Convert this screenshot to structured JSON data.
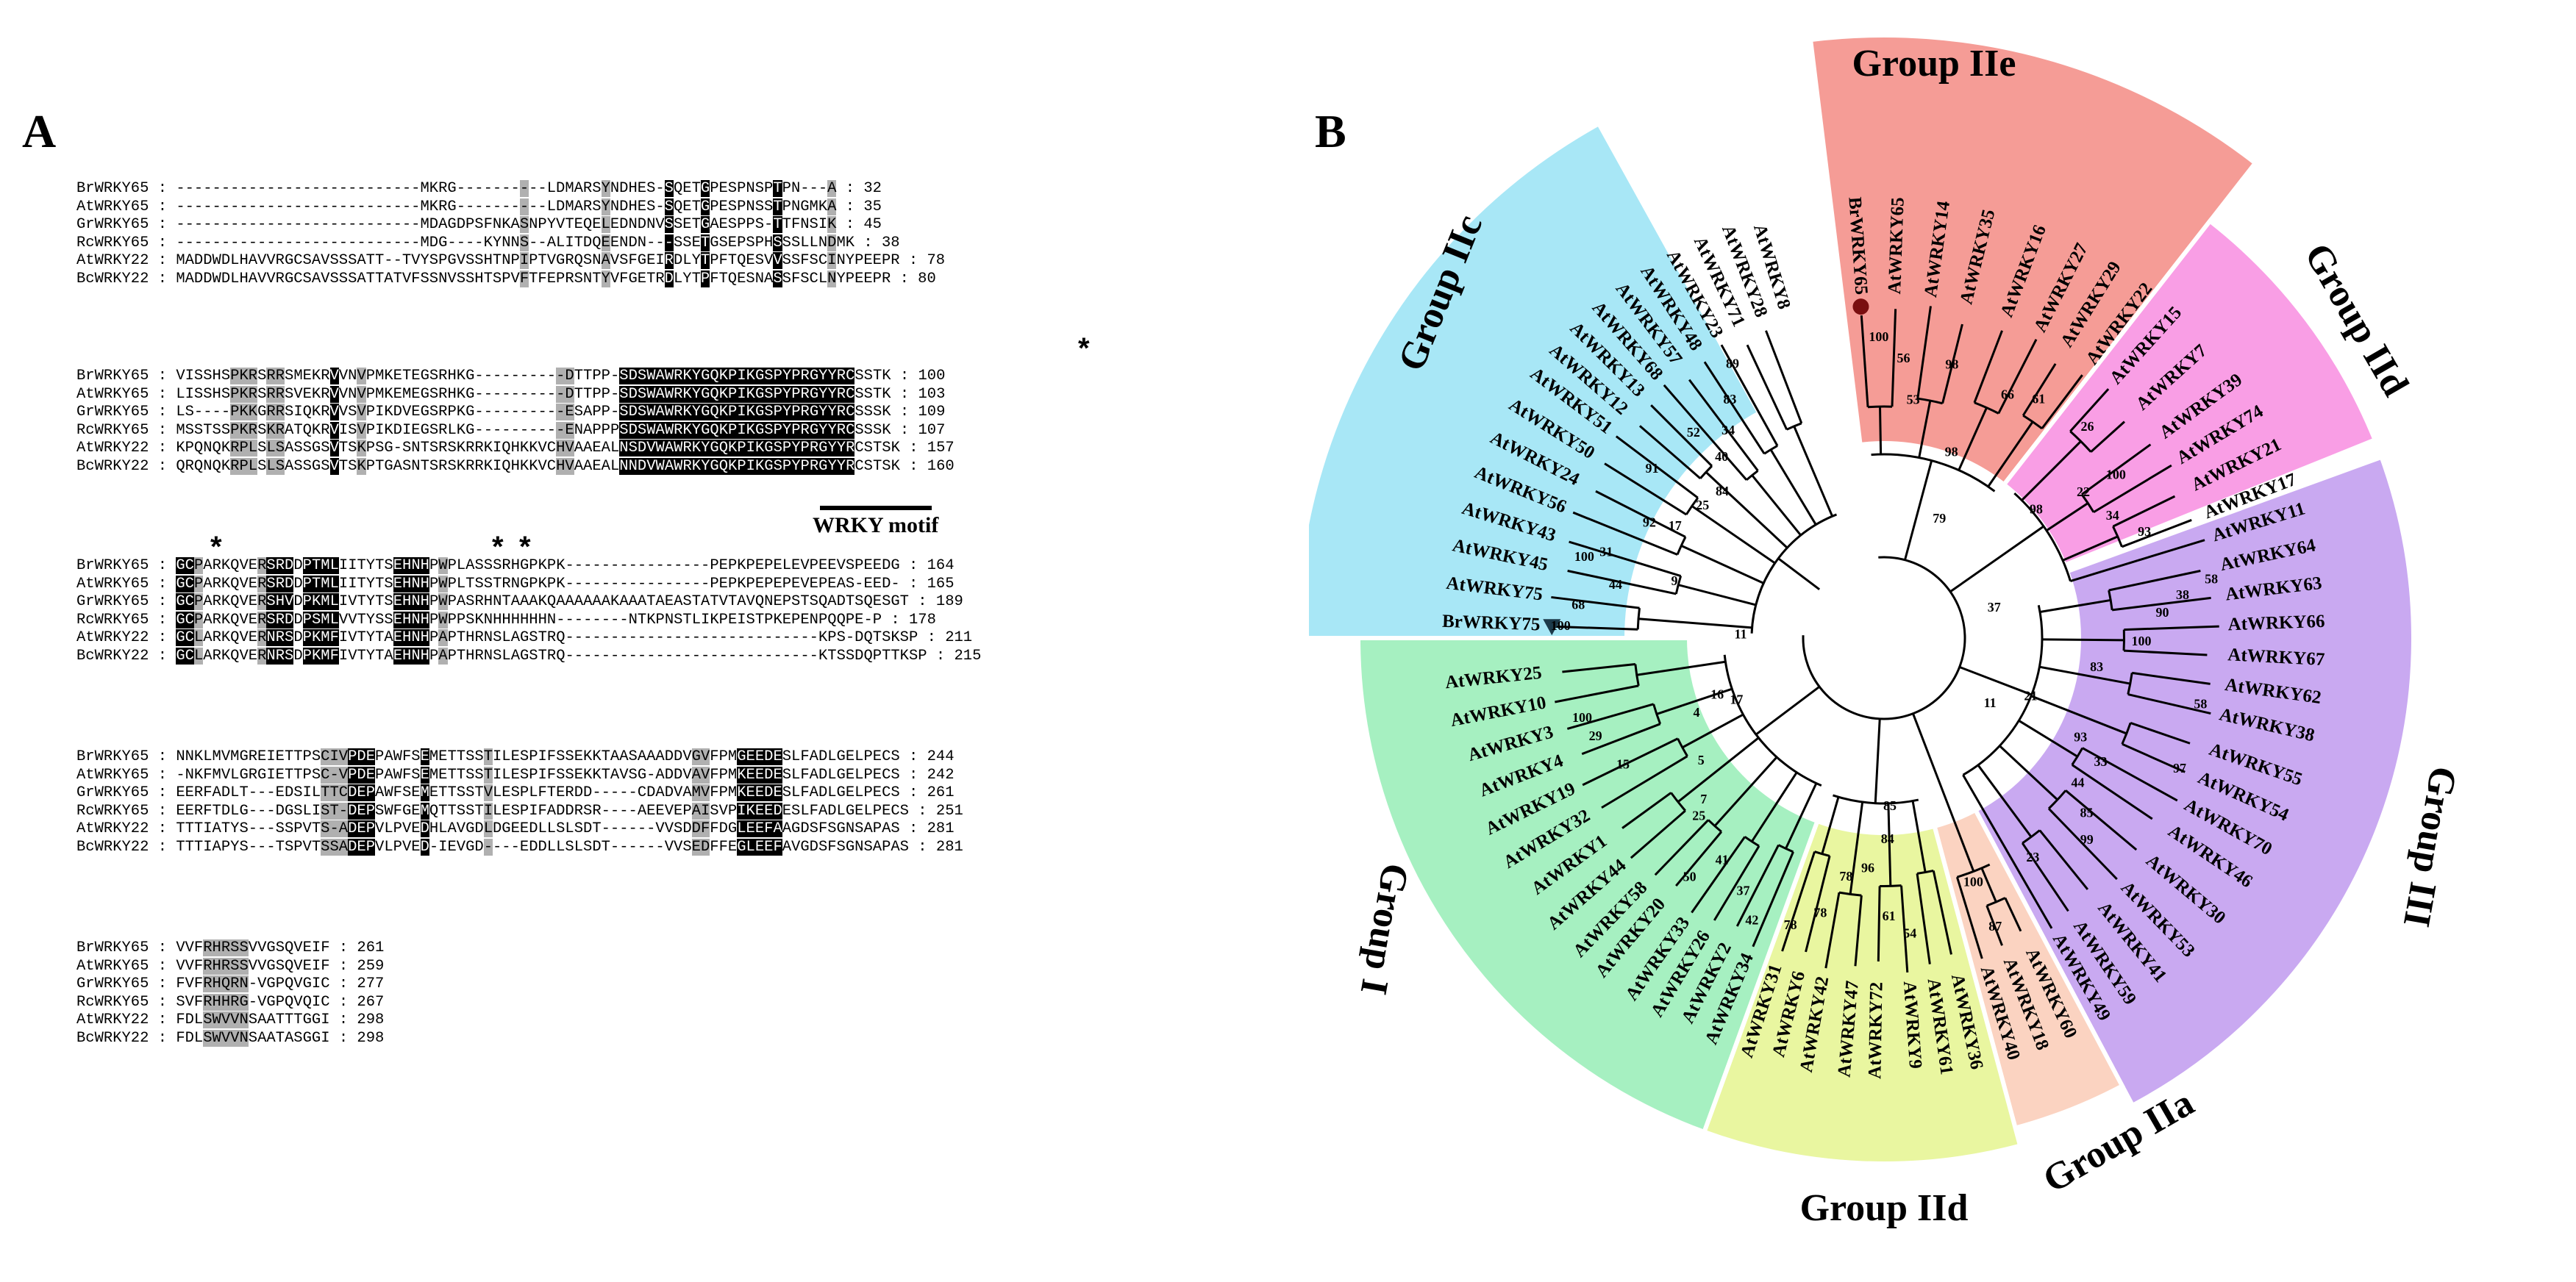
{
  "panel_a": {
    "letter": "A",
    "blocks": [
      [
        {
          "name": "BrWRKY65",
          "seq": "---------------------------MKRG----------LDMARSYNDHES-SQETGPESPNSPTPN---A",
          "num": "32"
        },
        {
          "name": "AtWRKY65",
          "seq": "---------------------------MKRG----------LDMARSYNDHES-SQETGPESPNSSTPNGMKA",
          "num": "35"
        },
        {
          "name": "GrWRKY65",
          "seq": "---------------------------MDAGDPSFNKASNPYVTEQELEDNDNVSSETGAESPPS-TTFNSIK",
          "num": "45"
        },
        {
          "name": "RcWRKY65",
          "seq": "---------------------------MDG----KYNNS--ALITDQEENDN---SSETGSEPSPHSSSLLNDMK",
          "num": "38"
        },
        {
          "name": "AtWRKY22",
          "seq": "MADDWDLHAVVRGCSAVSSSATT--TVYSPGVSSHTNPIPTVGRQSNAVSFGEIRDLYTPFTQESVVSSFSCINYPEEPR",
          "num": "78"
        },
        {
          "name": "BcWRKY22",
          "seq": "MADDWDLHAVVRGCSAVSSSATTATVFSSNVSSHTSPVFTFEPRSNTYVFGETRDLYTPFTQESNASSFSCLNYPEEPR",
          "num": "80"
        }
      ],
      [
        {
          "name": "BrWRKY65",
          "seq": "VISSHSPKRSRRSMEKRVVNVPMKETEGSRHKG----------DTTPP-SDSWAWRKYGQKPIKGSPYPRGYYRCSSTK",
          "num": "100"
        },
        {
          "name": "AtWRKY65",
          "seq": "LISSHSPKRSRRSVEKRVVNVPMKEMEGSRHKG----------DTTPP-SDSWAWRKYGQKPIKGSPYPRGYYRCSSTK",
          "num": "103"
        },
        {
          "name": "GrWRKY65",
          "seq": "LS----PKKGRRSIQKRVVSVPIKDVEGSRPKG----------ESAPP-SDSWAWRKYGQKPIKGSPYPRGYYRCSSSK",
          "num": "109"
        },
        {
          "name": "RcWRKY65",
          "seq": "MSSTSSPKRSKRATQKRVISVPIKDIEGSRLKG----------ENAPPPSDSWAWRKYGQKPIKGSPYPRGYYRCSSSK",
          "num": "107"
        },
        {
          "name": "AtWRKY22",
          "seq": "KPQNQKRPLSLSASSGSVTSKPSG-SNTSRSKRRKIQHKKVCHVAAEALNSDVWAWRKYGQKPIKGSPYPRGYYRCSTSK",
          "num": "157"
        },
        {
          "name": "BcWRKY22",
          "seq": "QRQNQKRPLSLSASSGSVTSKPTGASNTSRSKRRKIQHKKVCHVAAEALNNDVWAWRKYGQKPIKGSPYPRGYYRCSTSK",
          "num": "160"
        }
      ],
      [
        {
          "name": "BrWRKY65",
          "seq": "GCPARKQVERSRDDPTMLIITYTSEHNHPWPLASSSRHGPKPK----------------PEPKPEPELEVPEEVSPEEDG",
          "num": "164"
        },
        {
          "name": "AtWRKY65",
          "seq": "GCPARKQVERSRDDPTMLIITYTSEHNHPWPLTSSTRNGPKPK----------------PEPKPEPEPEVEPEAS-EED-",
          "num": "165"
        },
        {
          "name": "GrWRKY65",
          "seq": "GCPARKQVERSHVDPKMLIVTYTSEHNHPWPASRHNTAAAKQAAAAAAKAAATAEASTATVTAVQNEPSTSQADTSQESGT",
          "num": "189"
        },
        {
          "name": "RcWRKY65",
          "seq": "GCPARKQVERSRDDPSMLVVTYSSEHNHPWPPSKNHHHHHHN--------NTKPNSTLIKPEISTPKEPENPQQPE-P",
          "num": "178"
        },
        {
          "name": "AtWRKY22",
          "seq": "GCLARKQVERNRSDPKMFIVTYTAEHNHPAPTHRNSLAGSTRQ----------------------------KPS-DQTSKSP",
          "num": "211"
        },
        {
          "name": "BcWRKY22",
          "seq": "GCLARKQVERNRSDPKMFIVTYTAEHNHPAPTHRNSLAGSTRQ----------------------------KTSSDQPTTKSP",
          "num": "215"
        }
      ],
      [
        {
          "name": "BrWRKY65",
          "seq": "NNKLMVMGREIETTPSCIVPDEPAWFSEMETTSSTILESPIFSSEKKTAASAAADDVGVFPMGEEDESLFADLGELPECS",
          "num": "244"
        },
        {
          "name": "AtWRKY65",
          "seq": "-NKFMVLGRGIETTPSC-VPDEPAWFSEMETTSSTILESPIFSSEKKTAVSG-ADDVAVFPMKEEDESLFADLGELPECS",
          "num": "242"
        },
        {
          "name": "GrWRKY65",
          "seq": "EERFADLT---EDSILTTCDEPAWFSEMETTSSTVLESPLFTERDD-----CDADVAMVFPMKEEDESLFADLGELPECS",
          "num": "261"
        },
        {
          "name": "RcWRKY65",
          "seq": "EERFTDLG---DGSLIST-DEPSWFGEMQTTSSTILESPIFADDRSR----AEEVEPAISVPIKEEDESLFADLGELPECS",
          "num": "251"
        },
        {
          "name": "AtWRKY22",
          "seq": "TTTIATYS---SSPVTS-ADEPVLPVEDHLAVGDLDGEEDLLSLSDT------VVSDDFFDGLEEFAAGDSFSGNSAPAS",
          "num": "281"
        },
        {
          "name": "BcWRKY22",
          "seq": "TTTIAPYS---TSPVTSSADEPVLPVED-IEVGD----EDDLLSLSDT------VVSEDFFEGLEEFAVGDSFSGNSAPAS",
          "num": "281"
        }
      ],
      [
        {
          "name": "BrWRKY65",
          "seq": "VVFRHRSSVVGSQVEIF",
          "num": "261"
        },
        {
          "name": "AtWRKY65",
          "seq": "VVFRHRSSVVGSQVEIF",
          "num": "259"
        },
        {
          "name": "GrWRKY65",
          "seq": "FVFRHQRN-VGPQVGIC",
          "num": "277"
        },
        {
          "name": "RcWRKY65",
          "seq": "SVFRHHRG-VGPQVQIC",
          "num": "267"
        },
        {
          "name": "AtWRKY22",
          "seq": "FDLSWVVNSAATTTGGI",
          "num": "298"
        },
        {
          "name": "BcWRKY22",
          "seq": "FDLSWVVNSAATASGGI",
          "num": "298"
        }
      ]
    ],
    "motif_label": "WRKY motif",
    "asterisk": "*"
  },
  "panel_b": {
    "letter": "B",
    "groups": [
      {
        "label": "Group IIe",
        "color": "#f59c96",
        "start": -7,
        "end": 38
      },
      {
        "label": "Group IId",
        "color": "#f99ee5",
        "start": 38,
        "end": 68
      },
      {
        "label": "Group III",
        "color": "#c9a9f1",
        "start": 70,
        "end": 152
      },
      {
        "label": "Group IIa",
        "color": "#fbd3c1",
        "start": 152,
        "end": 165
      },
      {
        "label": "Group IId",
        "color": "#e9f6a0",
        "start": 165,
        "end": 200
      },
      {
        "label": "Group I",
        "color": "#a6f0c1",
        "start": 200,
        "end": 270
      },
      {
        "label": "Group IIc",
        "color": "#a8e7f6",
        "start": 270,
        "end": 331
      }
    ],
    "leaves": [
      {
        "name": "BrWRKY65",
        "angle": -4
      },
      {
        "name": "AtWRKY65",
        "angle": 2
      },
      {
        "name": "AtWRKY14",
        "angle": 8
      },
      {
        "name": "AtWRKY35",
        "angle": 14
      },
      {
        "name": "AtWRKY16",
        "angle": 21
      },
      {
        "name": "AtWRKY27",
        "angle": 27
      },
      {
        "name": "AtWRKY29",
        "angle": 32
      },
      {
        "name": "AtWRKY22",
        "angle": 37
      },
      {
        "name": "AtWRKY15",
        "angle": 42
      },
      {
        "name": "AtWRKY7",
        "angle": 48
      },
      {
        "name": "AtWRKY39",
        "angle": 54
      },
      {
        "name": "AtWRKY74",
        "angle": 59
      },
      {
        "name": "AtWRKY21",
        "angle": 64
      },
      {
        "name": "AtWRKY17",
        "angle": 69
      },
      {
        "name": "AtWRKY11",
        "angle": 73
      },
      {
        "name": "AtWRKY64",
        "angle": 78
      },
      {
        "name": "AtWRKY63",
        "angle": 83
      },
      {
        "name": "AtWRKY66",
        "angle": 88
      },
      {
        "name": "AtWRKY67",
        "angle": 93
      },
      {
        "name": "AtWRKY62",
        "angle": 98
      },
      {
        "name": "AtWRKY38",
        "angle": 103
      },
      {
        "name": "AtWRKY55",
        "angle": 109
      },
      {
        "name": "AtWRKY54",
        "angle": 114
      },
      {
        "name": "AtWRKY70",
        "angle": 119
      },
      {
        "name": "AtWRKY46",
        "angle": 124
      },
      {
        "name": "AtWRKY30",
        "angle": 130
      },
      {
        "name": "AtWRKY53",
        "angle": 136
      },
      {
        "name": "AtWRKY41",
        "angle": 141
      },
      {
        "name": "AtWRKY59",
        "angle": 146
      },
      {
        "name": "AtWRKY49",
        "angle": 150
      },
      {
        "name": "AtWRKY60",
        "angle": 155
      },
      {
        "name": "AtWRKY18",
        "angle": 159
      },
      {
        "name": "AtWRKY40",
        "angle": 163
      },
      {
        "name": "AtWRKY36",
        "angle": 168
      },
      {
        "name": "AtWRKY61",
        "angle": 172
      },
      {
        "name": "AtWRKY9",
        "angle": 176
      },
      {
        "name": "AtWRKY72",
        "angle": 181
      },
      {
        "name": "AtWRKY47",
        "angle": 185
      },
      {
        "name": "AtWRKY42",
        "angle": 190
      },
      {
        "name": "AtWRKY6",
        "angle": 194
      },
      {
        "name": "AtWRKY31",
        "angle": 198
      },
      {
        "name": "AtWRKY34",
        "angle": 203
      },
      {
        "name": "AtWRKY2",
        "angle": 207
      },
      {
        "name": "AtWRKY26",
        "angle": 211
      },
      {
        "name": "AtWRKY33",
        "angle": 215
      },
      {
        "name": "AtWRKY20",
        "angle": 220
      },
      {
        "name": "AtWRKY58",
        "angle": 224
      },
      {
        "name": "AtWRKY44",
        "angle": 229
      },
      {
        "name": "AtWRKY1",
        "angle": 234
      },
      {
        "name": "AtWRKY32",
        "angle": 239
      },
      {
        "name": "AtWRKY19",
        "angle": 244
      },
      {
        "name": "AtWRKY4",
        "angle": 249
      },
      {
        "name": "AtWRKY3",
        "angle": 254
      },
      {
        "name": "AtWRKY10",
        "angle": 259
      },
      {
        "name": "AtWRKY25",
        "angle": 264
      },
      {
        "name": "BrWRKY75",
        "angle": 272
      },
      {
        "name": "AtWRKY75",
        "angle": 277
      },
      {
        "name": "AtWRKY45",
        "angle": 282
      },
      {
        "name": "AtWRKY43",
        "angle": 287
      },
      {
        "name": "AtWRKY56",
        "angle": 292
      },
      {
        "name": "AtWRKY24",
        "angle": 297
      },
      {
        "name": "AtWRKY50",
        "angle": 302
      },
      {
        "name": "AtWRKY51",
        "angle": 307
      },
      {
        "name": "AtWRKY12",
        "angle": 311
      },
      {
        "name": "AtWRKY13",
        "angle": 315
      },
      {
        "name": "AtWRKY68",
        "angle": 319
      },
      {
        "name": "AtWRKY57",
        "angle": 323
      },
      {
        "name": "AtWRKY48",
        "angle": 327
      },
      {
        "name": "AtWRKY23",
        "angle": 331
      },
      {
        "name": "AtWRKY71",
        "angle": 335
      },
      {
        "name": "AtWRKY28",
        "angle": 339
      },
      {
        "name": "AtWRKY8",
        "angle": 343
      }
    ],
    "bootstrap": [
      {
        "v": "100",
        "a": -1,
        "r": 408
      },
      {
        "v": "56",
        "a": 4,
        "r": 380
      },
      {
        "v": "98",
        "a": 14,
        "r": 382
      },
      {
        "v": "53",
        "a": 7,
        "r": 325
      },
      {
        "v": "66",
        "a": 27,
        "r": 370
      },
      {
        "v": "61",
        "a": 33,
        "r": 386
      },
      {
        "v": "98",
        "a": 20,
        "r": 268
      },
      {
        "v": "79",
        "a": 25,
        "r": 178
      },
      {
        "v": "26",
        "a": 44,
        "r": 398
      },
      {
        "v": "100",
        "a": 55,
        "r": 385
      },
      {
        "v": "22",
        "a": 54,
        "r": 335
      },
      {
        "v": "34",
        "a": 62,
        "r": 352
      },
      {
        "v": "93",
        "a": 68,
        "r": 382
      },
      {
        "v": "98",
        "a": 50,
        "r": 270
      },
      {
        "v": "37",
        "a": 75,
        "r": 155
      },
      {
        "v": "58",
        "a": 80,
        "r": 452
      },
      {
        "v": "38",
        "a": 82,
        "r": 410
      },
      {
        "v": "90",
        "a": 85,
        "r": 380
      },
      {
        "v": "100",
        "a": 91,
        "r": 350
      },
      {
        "v": "58",
        "a": 102,
        "r": 440
      },
      {
        "v": "83",
        "a": 98,
        "r": 292
      },
      {
        "v": "21",
        "a": 112,
        "r": 215
      },
      {
        "v": "11",
        "a": 122,
        "r": 170
      },
      {
        "v": "93",
        "a": 117,
        "r": 300
      },
      {
        "v": "97",
        "a": 114,
        "r": 440
      },
      {
        "v": "33",
        "a": 120,
        "r": 340
      },
      {
        "v": "44",
        "a": 127,
        "r": 330
      },
      {
        "v": "85",
        "a": 131,
        "r": 365
      },
      {
        "v": "99",
        "a": 135,
        "r": 390
      },
      {
        "v": "23",
        "a": 146,
        "r": 362
      },
      {
        "v": "100",
        "a": 160,
        "r": 355
      },
      {
        "v": "87",
        "a": 159,
        "r": 422
      },
      {
        "v": "85",
        "a": 178,
        "r": 230
      },
      {
        "v": "84",
        "a": 179,
        "r": 275
      },
      {
        "v": "96",
        "a": 184,
        "r": 315
      },
      {
        "v": "78",
        "a": 189,
        "r": 330
      },
      {
        "v": "61",
        "a": 179,
        "r": 380
      },
      {
        "v": "54",
        "a": 175,
        "r": 405
      },
      {
        "v": "78",
        "a": 193,
        "r": 385
      },
      {
        "v": "78",
        "a": 198,
        "r": 412
      },
      {
        "v": "17",
        "a": 247,
        "r": 218
      },
      {
        "v": "16",
        "a": 251,
        "r": 240
      },
      {
        "v": "4",
        "a": 248,
        "r": 275
      },
      {
        "v": "5",
        "a": 236,
        "r": 300
      },
      {
        "v": "7",
        "a": 228,
        "r": 330
      },
      {
        "v": "25",
        "a": 226,
        "r": 350
      },
      {
        "v": "41",
        "a": 216,
        "r": 375
      },
      {
        "v": "37",
        "a": 209,
        "r": 395
      },
      {
        "v": "42",
        "a": 205,
        "r": 425
      },
      {
        "v": "50",
        "a": 219,
        "r": 420
      },
      {
        "v": "15",
        "a": 244,
        "r": 395
      },
      {
        "v": "29",
        "a": 251,
        "r": 415
      },
      {
        "v": "100",
        "a": 255,
        "r": 425
      },
      {
        "v": "11",
        "a": 271,
        "r": 195
      },
      {
        "v": "9",
        "a": 285,
        "r": 295
      },
      {
        "v": "17",
        "a": 298,
        "r": 322
      },
      {
        "v": "25",
        "a": 306,
        "r": 305
      },
      {
        "v": "84",
        "a": 312,
        "r": 296
      },
      {
        "v": "40",
        "a": 318,
        "r": 330
      },
      {
        "v": "34",
        "a": 323,
        "r": 352
      },
      {
        "v": "83",
        "a": 327,
        "r": 385
      },
      {
        "v": "89",
        "a": 331,
        "r": 425
      },
      {
        "v": "52",
        "a": 317,
        "r": 380
      },
      {
        "v": "91",
        "a": 306,
        "r": 390
      },
      {
        "v": "92",
        "a": 296,
        "r": 355
      },
      {
        "v": "100",
        "a": 285,
        "r": 422
      },
      {
        "v": "31",
        "a": 287,
        "r": 395
      },
      {
        "v": "44",
        "a": 281,
        "r": 372
      },
      {
        "v": "68",
        "a": 276,
        "r": 418
      },
      {
        "v": "100",
        "a": 272,
        "r": 440
      }
    ]
  }
}
